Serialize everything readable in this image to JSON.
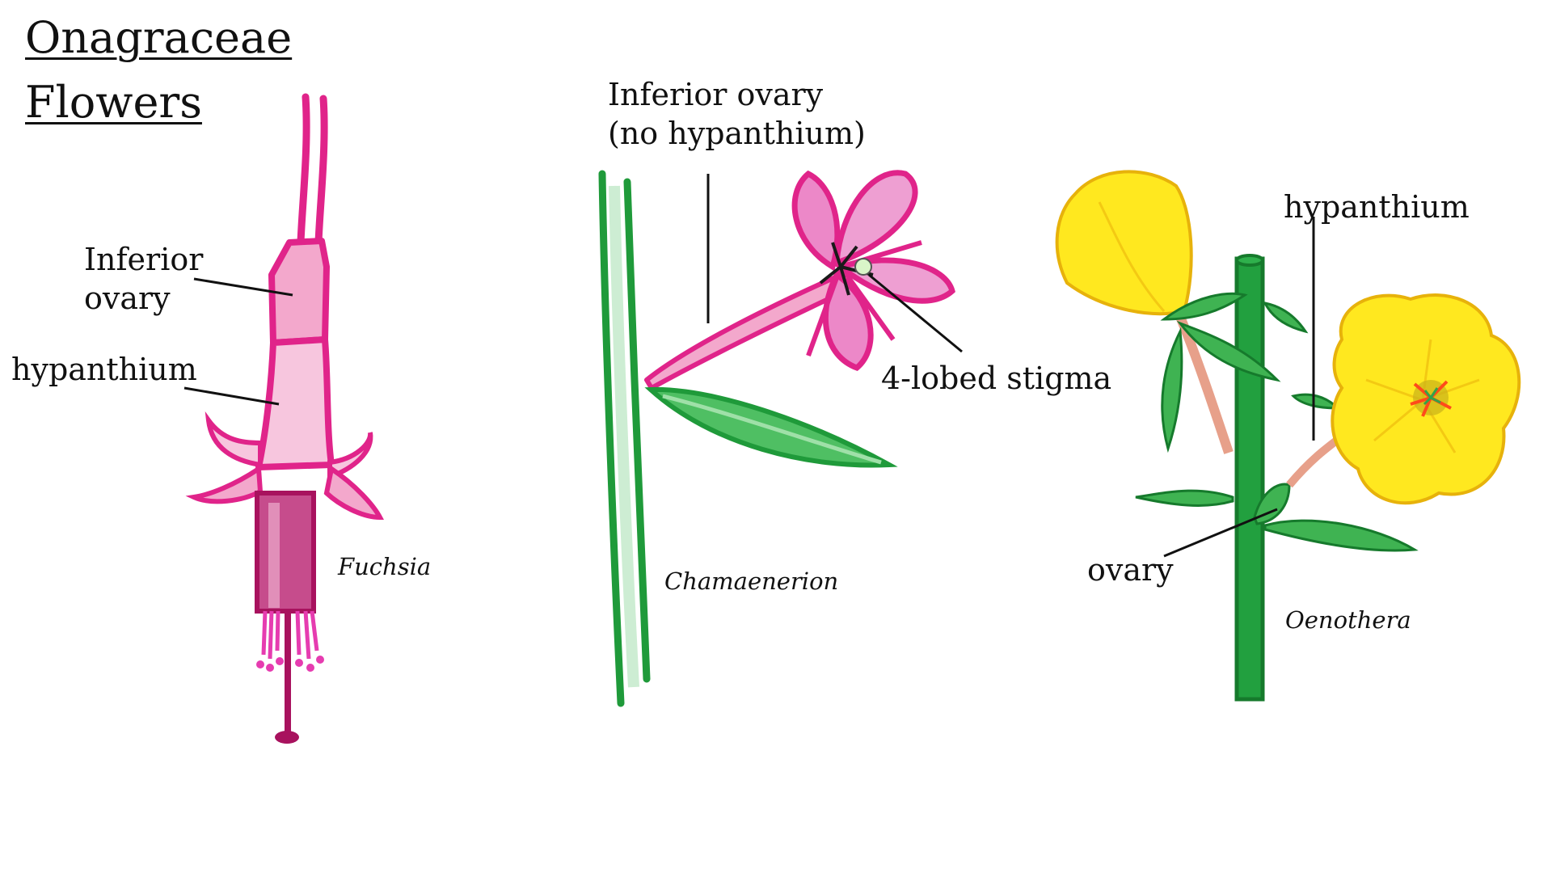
{
  "title": {
    "line1": "Onagraceae",
    "line2": "Flowers"
  },
  "fuchsia": {
    "genus": "Fuchsia",
    "label_ovary_1": "Inferior",
    "label_ovary_2": "ovary",
    "label_hypanthium": "hypanthium"
  },
  "chamaenerion": {
    "genus": "Chamaenerion",
    "label_ovary_1": "Inferior ovary",
    "label_ovary_2": "(no hypanthium)",
    "label_stigma": "4-lobed stigma"
  },
  "oenothera": {
    "genus": "Oenothera",
    "label_hypanthium": "hypanthium",
    "label_ovary": "ovary"
  },
  "colors": {
    "magenta": "#e0248a",
    "pink_light": "#f7c6de",
    "dark_magenta": "#a8125e",
    "green": "#1f9a3a",
    "yellow": "#ffe81f",
    "yellow_edge": "#e7b20b"
  }
}
